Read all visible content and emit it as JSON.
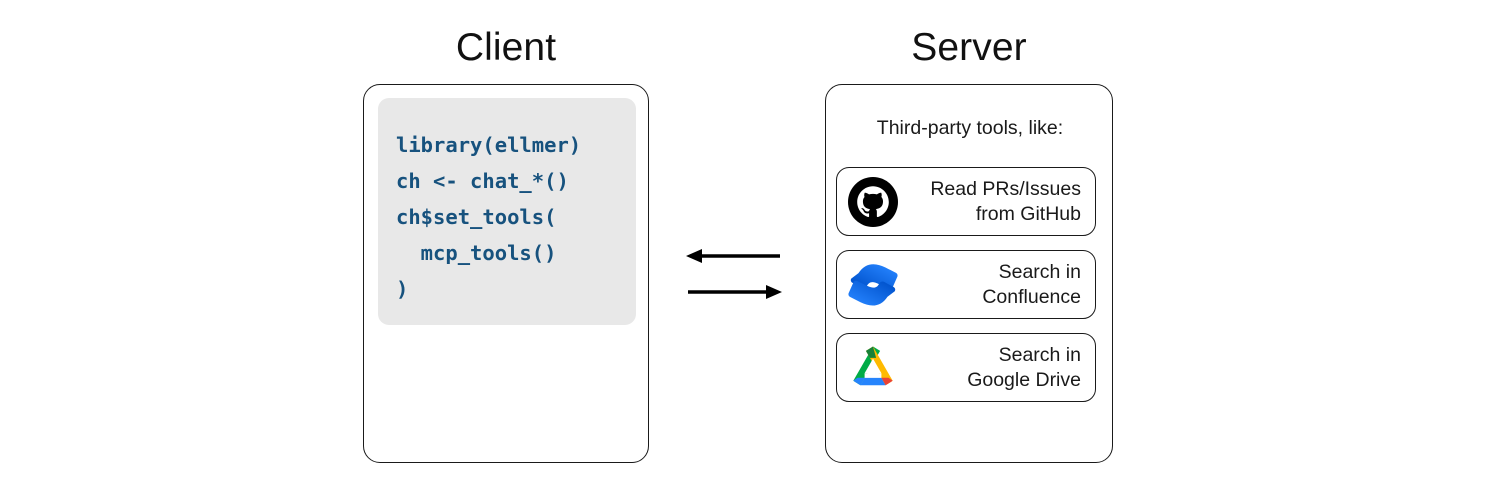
{
  "diagram": {
    "title_client": "Client",
    "title_server": "Server",
    "client": {
      "code_lines": [
        "library(ellmer)",
        "ch <- chat_*()",
        "ch$set_tools(",
        "  mcp_tools()",
        ")"
      ],
      "code_color": "#17527e",
      "code_background": "#e8e8e8"
    },
    "server": {
      "caption": "Third-party tools, like:",
      "tools": [
        {
          "icon": "github-icon",
          "label_line1": "Read PRs/Issues",
          "label_line2": "from GitHub"
        },
        {
          "icon": "confluence-icon",
          "label_line1": "Search in",
          "label_line2": "Confluence"
        },
        {
          "icon": "google-drive-icon",
          "label_line1": "Search in",
          "label_line2": "Google Drive"
        }
      ]
    },
    "connectors": {
      "top_arrow_direction": "server-to-client",
      "bottom_arrow_direction": "client-to-server",
      "color": "#000000"
    },
    "colors": {
      "border": "#1a1a1a",
      "background": "#ffffff",
      "github": "#000000",
      "confluence_light": "#2684ff",
      "confluence_dark": "#0052cc",
      "drive_green": "#00ac47",
      "drive_yellow": "#ffba00",
      "drive_blue": "#2684fc",
      "drive_red": "#ea4335"
    }
  }
}
